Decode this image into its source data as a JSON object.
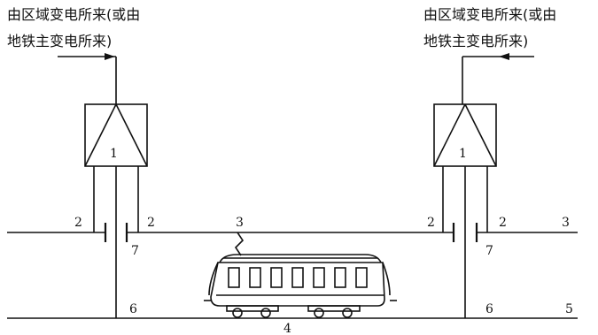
{
  "source_left": {
    "caption_line1": "由区域变电所来(或由",
    "caption_line2": "地铁主变电所来)"
  },
  "source_right": {
    "caption_line1": "由区域变电所来(或由",
    "caption_line2": "地铁主变电所来)"
  },
  "labels": {
    "substation": "1",
    "feeder": "2",
    "contact_wire": "3",
    "rail": "4",
    "return_line": "5",
    "negative_feeder": "6",
    "section_insulator": "7"
  }
}
